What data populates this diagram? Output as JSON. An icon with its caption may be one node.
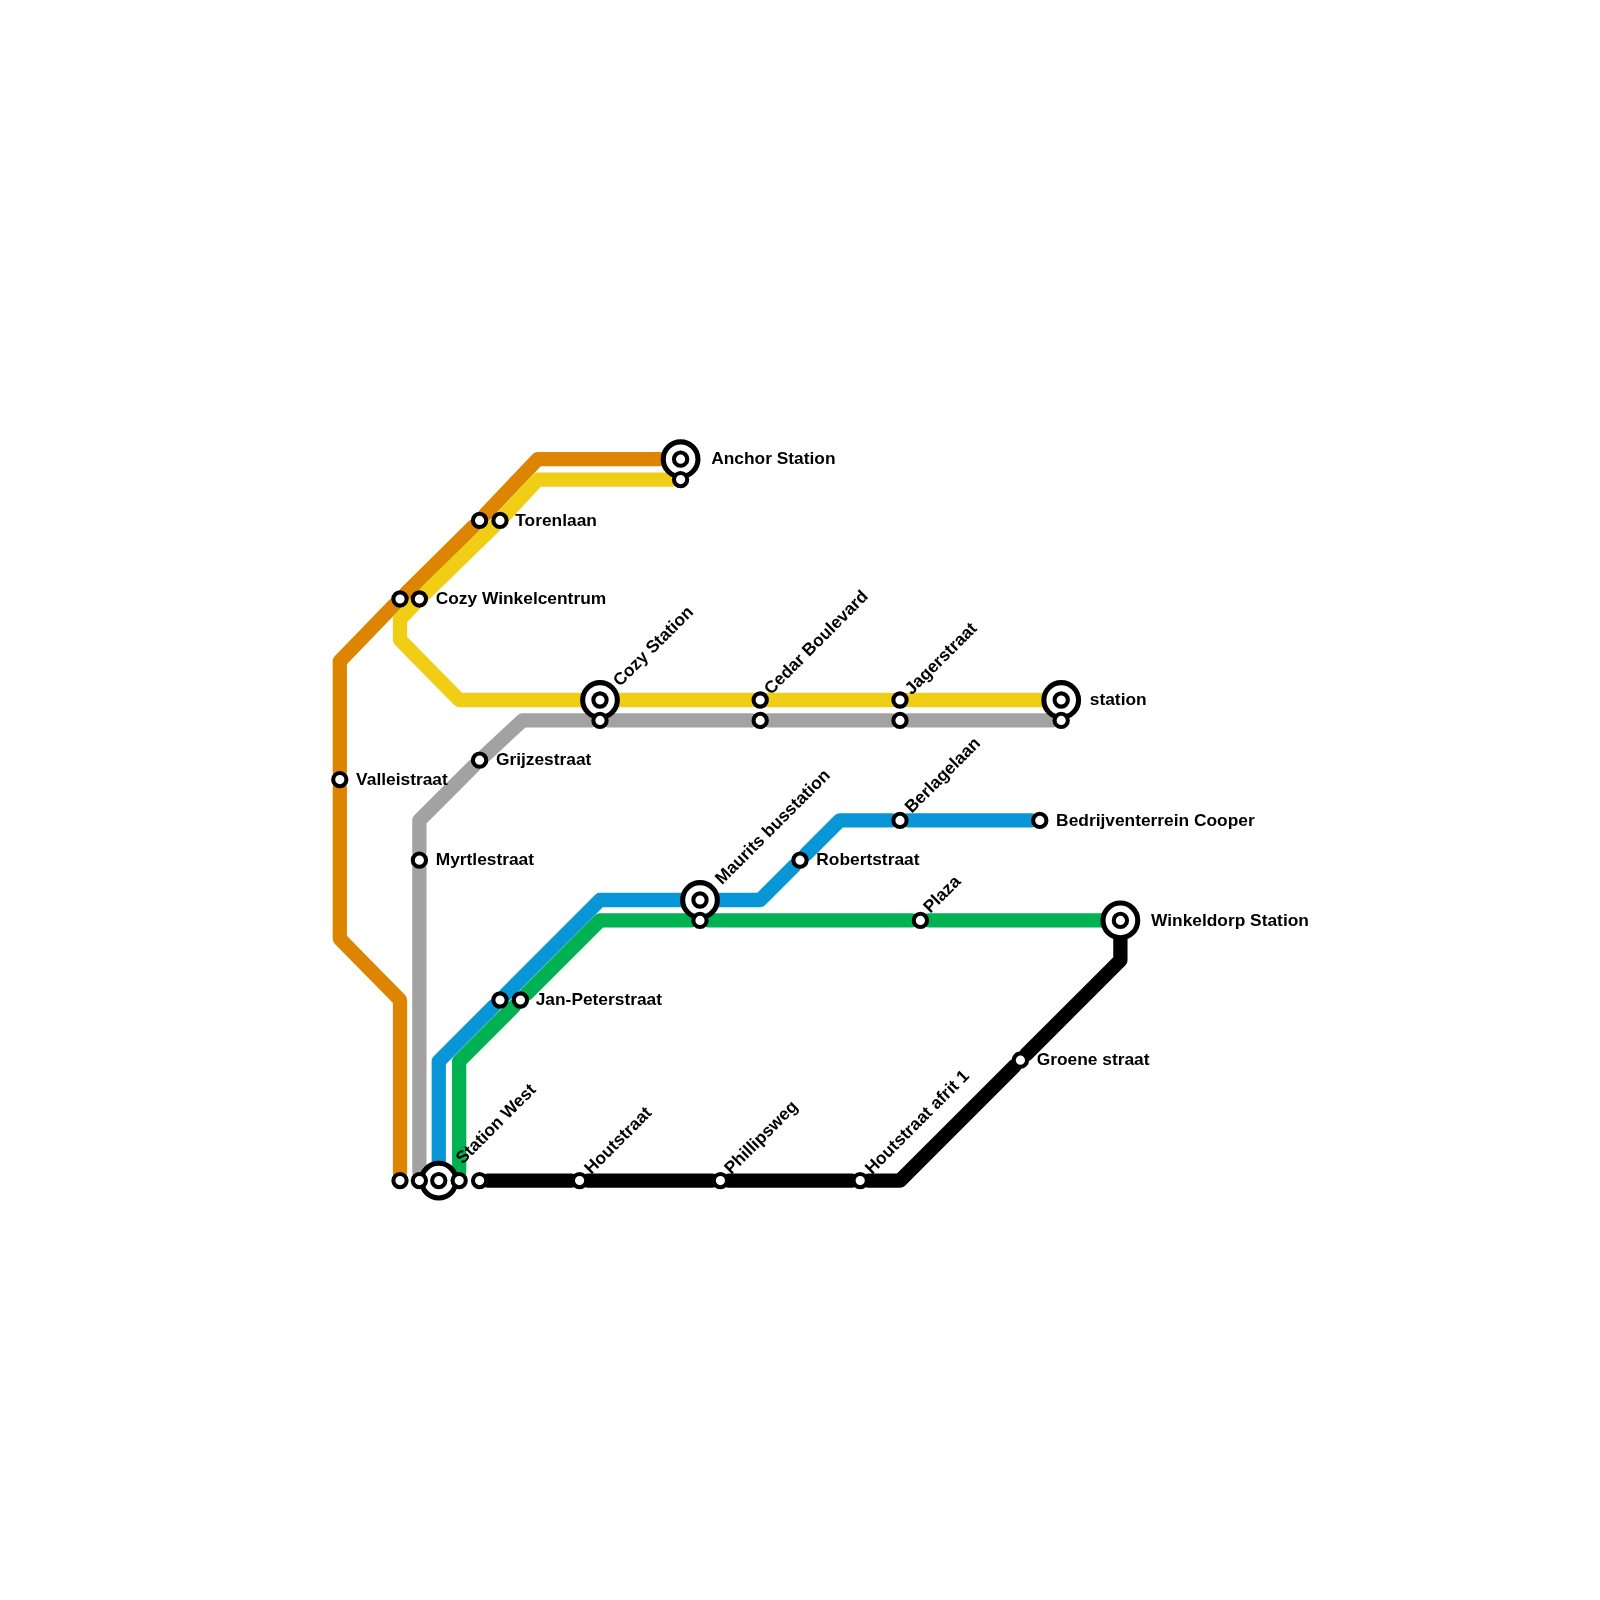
{
  "diagram": {
    "nodes": [
      {
        "text": [
          "Anchor Station"
        ]
      },
      {
        "text": [
          "Torenlaan"
        ]
      },
      {
        "text": [
          "Cozy Winkelcentrum"
        ]
      },
      {
        "text": [
          "Valleistraat"
        ]
      },
      {
        "text": [
          "Cozy Station"
        ]
      },
      {
        "text": [
          "Cedar Boulevard"
        ]
      },
      {
        "text": [
          "Jagerstraat"
        ]
      },
      {
        "text": [
          "station"
        ]
      },
      {
        "text": [
          "Grijzestraat"
        ]
      },
      {
        "text": [
          "Myrtlestraat"
        ]
      },
      {
        "text": [
          "Maurits busstation"
        ]
      },
      {
        "text": [
          "Berlagelaan"
        ]
      },
      {
        "text": [
          "Robertstraat"
        ]
      },
      {
        "text": [
          "Bedrijventerrein Cooper"
        ]
      },
      {
        "text": [
          "Plaza"
        ]
      },
      {
        "text": [
          "Winkeldorp Station"
        ]
      },
      {
        "text": [
          "Jan-Peterstraat"
        ]
      },
      {
        "text": [
          "Station West"
        ]
      },
      {
        "text": [
          "Houtstraat"
        ]
      },
      {
        "text": [
          "Phillipsweg"
        ]
      },
      {
        "text": [
          "Houtstraat afrit 1"
        ]
      },
      {
        "text": [
          "Groene straat"
        ]
      }
    ],
    "edges": [
      {
        "from": 0,
        "to": 1,
        "arrow": "none",
        "color": "#dd8500"
      },
      {
        "from": 1,
        "to": 2,
        "arrow": "none",
        "color": "#dd8500"
      },
      {
        "from": 2,
        "to": 3,
        "arrow": "none",
        "color": "#dd8500"
      },
      {
        "from": 3,
        "to": 17,
        "arrow": "none",
        "color": "#dd8500"
      },
      {
        "from": 0,
        "to": 1,
        "arrow": "none",
        "color": "#f0ce15"
      },
      {
        "from": 1,
        "to": 2,
        "arrow": "none",
        "color": "#f0ce15"
      },
      {
        "from": 2,
        "to": 4,
        "arrow": "none",
        "color": "#f0ce15"
      },
      {
        "from": 4,
        "to": 5,
        "arrow": "none",
        "color": "#f0ce15"
      },
      {
        "from": 5,
        "to": 6,
        "arrow": "none",
        "color": "#f0ce15"
      },
      {
        "from": 6,
        "to": 7,
        "arrow": "none",
        "color": "#f0ce15"
      },
      {
        "from": 7,
        "to": 6,
        "arrow": "none",
        "color": "#a2a2a2"
      },
      {
        "from": 6,
        "to": 5,
        "arrow": "none",
        "color": "#a2a2a2"
      },
      {
        "from": 5,
        "to": 4,
        "arrow": "none",
        "color": "#a2a2a2"
      },
      {
        "from": 4,
        "to": 8,
        "arrow": "none",
        "color": "#a2a2a2"
      },
      {
        "from": 8,
        "to": 9,
        "arrow": "none",
        "color": "#a2a2a2"
      },
      {
        "from": 9,
        "to": 17,
        "arrow": "none",
        "color": "#a2a2a2"
      },
      {
        "from": 13,
        "to": 11,
        "arrow": "none",
        "color": "#0896d7"
      },
      {
        "from": 11,
        "to": 12,
        "arrow": "none",
        "color": "#0896d7"
      },
      {
        "from": 12,
        "to": 10,
        "arrow": "none",
        "color": "#0896d7"
      },
      {
        "from": 10,
        "to": 16,
        "arrow": "none",
        "color": "#0896d7"
      },
      {
        "from": 16,
        "to": 17,
        "arrow": "none",
        "color": "#0896d7"
      },
      {
        "from": 15,
        "to": 14,
        "arrow": "none",
        "color": "#00b251"
      },
      {
        "from": 14,
        "to": 10,
        "arrow": "none",
        "color": "#00b251"
      },
      {
        "from": 10,
        "to": 16,
        "arrow": "none",
        "color": "#00b251"
      },
      {
        "from": 16,
        "to": 17,
        "arrow": "none",
        "color": "#00b251"
      },
      {
        "from": 17,
        "to": 18,
        "arrow": "none",
        "color": "#000000"
      },
      {
        "from": 18,
        "to": 19,
        "arrow": "none",
        "color": "#000000"
      },
      {
        "from": 19,
        "to": 20,
        "arrow": "none",
        "color": "#000000"
      },
      {
        "from": 20,
        "to": 21,
        "arrow": "none",
        "color": "#000000"
      },
      {
        "from": 21,
        "to": 15,
        "arrow": "none",
        "color": "#000000"
      }
    ]
  }
}
